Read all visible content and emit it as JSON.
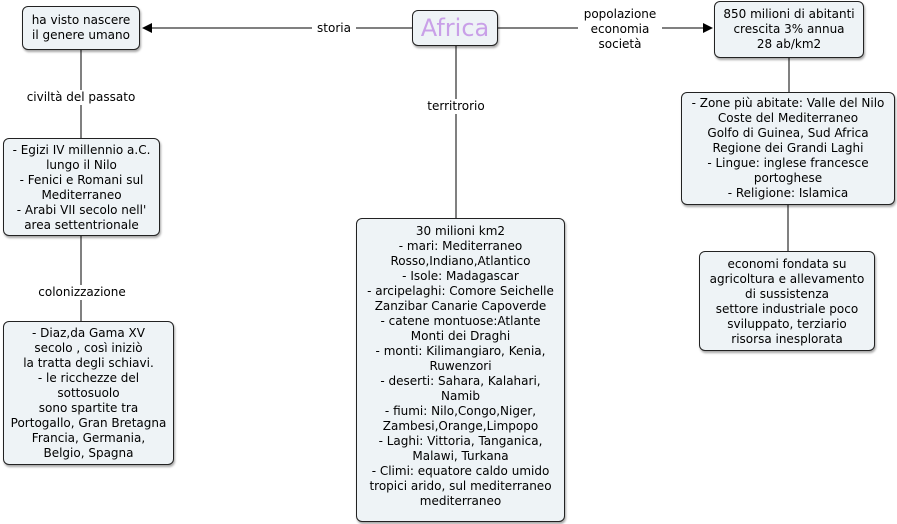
{
  "center": {
    "label": "Africa"
  },
  "nodes": {
    "origins": "ha visto nascere\nil genere umano",
    "ancient": "- Egizi IV millennio a.C.\nlungo il Nilo\n- Fenici e Romani sul\nMediterraneo\n- Arabi VII secolo nell'\narea settentrionale",
    "colonial": "- Diaz,da Gama XV\nsecolo , così iniziò\nla tratta degli schiavi.\n- le ricchezze del\nsottosuolo\nsono  spartite tra\nPortogallo, Gran Bretagna\nFrancia, Germania,\nBelgio,  Spagna",
    "territory": "30 milioni km2\n- mari: Mediterraneo\nRosso,Indiano,Atlantico\n- Isole: Madagascar\n- arcipelaghi: Comore Seichelle\nZanzibar Canarie Capoverde\n- catene montuose:Atlante\nMonti dei Draghi\n- monti: Kilimangiaro, Kenia,\nRuwenzori\n- deserti: Sahara, Kalahari,\nNamib\n- fiumi: Nilo,Congo,Niger,\nZambesi,Orange,Limpopo\n- Laghi: Vittoria, Tanganica,\nMalawi, Turkana\n- Climi: equatore caldo umido\ntropici arido, sul mediterraneo\nmediterraneo",
    "population": "850 milioni di abitanti\ncrescita 3% annua\n28 ab/km2",
    "zones": "- Zone più abitate: Valle del Nilo\nCoste del Mediterraneo\nGolfo di Guinea, Sud Africa\nRegione dei Grandi Laghi\n- Lingue: inglese francesce\nportoghese\n- Religione: Islamica",
    "economy": "economi fondata su\nagricoltura e allevamento\ndi sussistenza\nsettore industriale poco\nsviluppato, terziario\nrisorsa inesplorata"
  },
  "links": {
    "storia": "storia",
    "civilta": "civiltà del passato",
    "colonizzazione": "colonizzazione",
    "territorio": "territrorio",
    "popolazione": "popolazione\neconomia\nsocietà"
  }
}
